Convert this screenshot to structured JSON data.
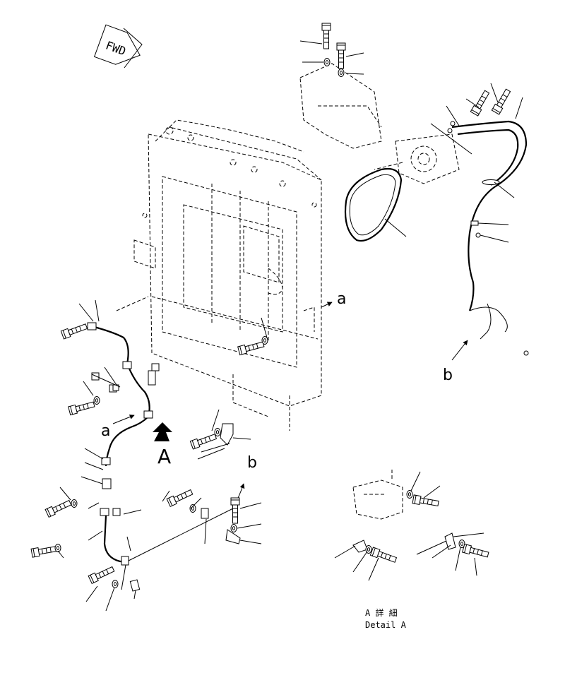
{
  "fwd_label": "FWD",
  "labels": {
    "a_top": "a",
    "a_left": "a",
    "b_right": "b",
    "b_bottom": "b",
    "view_A": "A"
  },
  "detail": {
    "title_jp": "A 詳 細",
    "title_en": "Detail A"
  },
  "colors": {
    "line": "#000000",
    "background": "#ffffff"
  },
  "icons": [
    "fwd-arrow-icon",
    "bolt-icon",
    "washer-icon",
    "clamp-icon",
    "v-belt-icon",
    "hose-icon",
    "view-arrow-icon"
  ]
}
